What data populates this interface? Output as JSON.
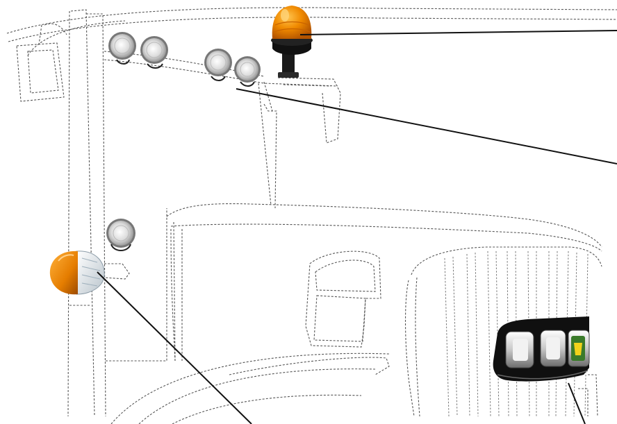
{
  "diagram": {
    "subject": "tractor-lighting-outline",
    "background": "#ffffff",
    "outline_color": "#555555",
    "leader_color": "#111111",
    "components": [
      {
        "id": "rotating-beacon",
        "icon": "amber-beacon-icon",
        "color": "#f08a00"
      },
      {
        "id": "cab-roof-work-lights",
        "icon": "round-work-light-icon",
        "count": 4
      },
      {
        "id": "pillar-work-light",
        "icon": "round-work-light-icon",
        "count": 1
      },
      {
        "id": "turn-signal-lamp",
        "icon": "amber-clear-indicator-icon",
        "color": "#f29400"
      },
      {
        "id": "front-grille-headlights",
        "icon": "grille-headlight-bar-icon",
        "color": "#111111",
        "badge_color": "#3a7a2a"
      }
    ]
  }
}
